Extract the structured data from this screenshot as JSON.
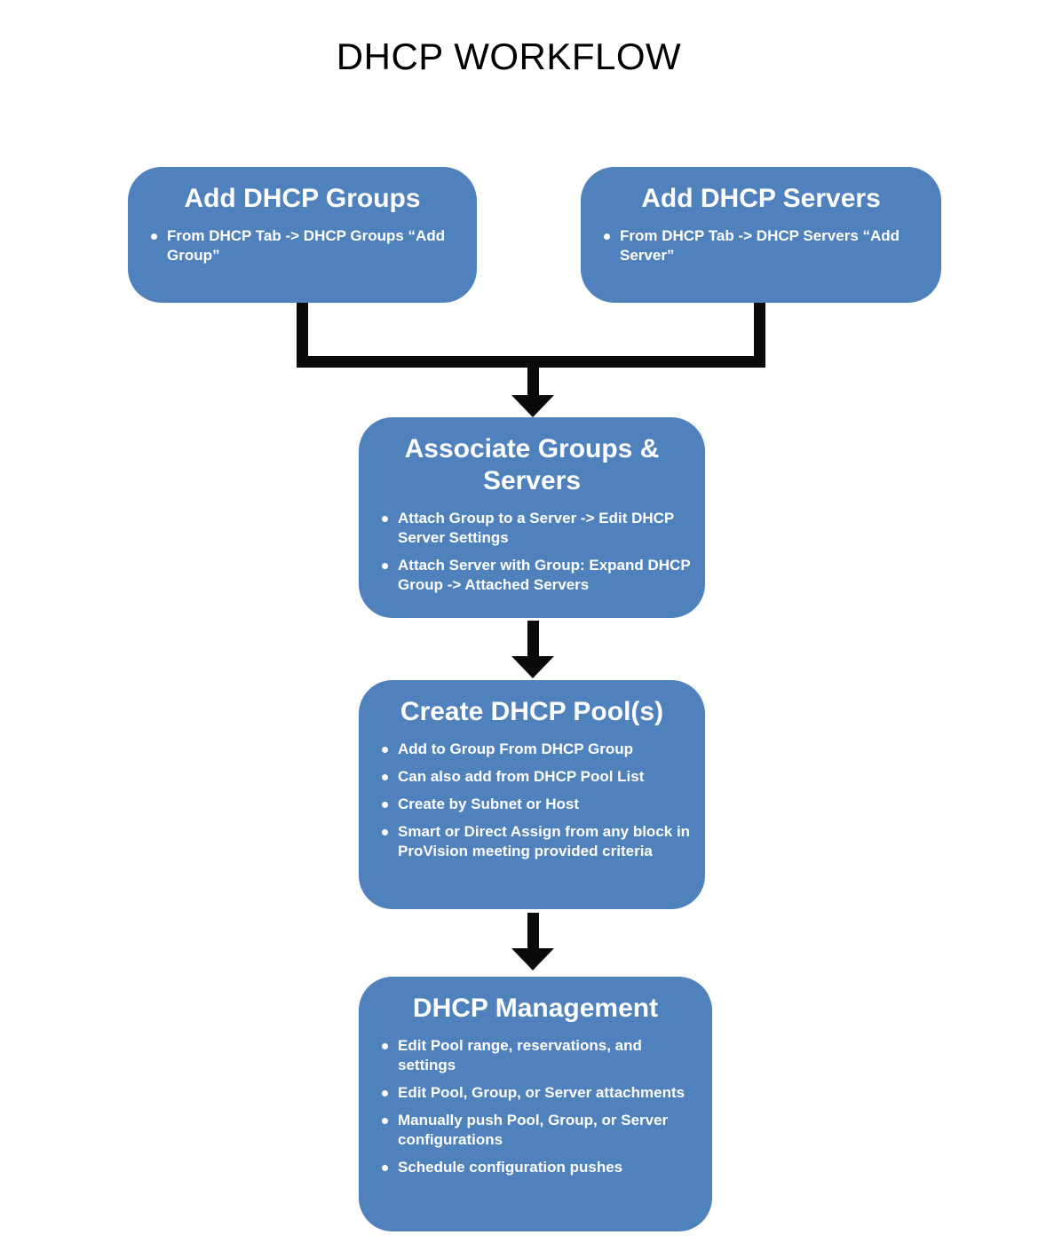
{
  "title": "DHCP WORKFLOW",
  "colors": {
    "box_fill": "#4f81bd",
    "connector": "#0a0a0a",
    "box_text": "#ffffff",
    "title_text": "#000000",
    "background": "#ffffff"
  },
  "boxes": [
    {
      "id": "add-dhcp-groups",
      "heading": "Add DHCP Groups",
      "bullets": [
        "From  DHCP Tab -> DHCP Groups “Add Group”"
      ]
    },
    {
      "id": "add-dhcp-servers",
      "heading": "Add DHCP Servers",
      "bullets": [
        "From  DHCP Tab -> DHCP Servers “Add Server”"
      ]
    },
    {
      "id": "associate-groups-servers",
      "heading": "Associate Groups & Servers",
      "bullets": [
        "Attach Group to a Server -> Edit DHCP Server Settings",
        "Attach Server with Group: Expand DHCP Group -> Attached Servers"
      ]
    },
    {
      "id": "create-dhcp-pools",
      "heading": "Create DHCP Pool(s)",
      "bullets": [
        "Add to Group From DHCP Group",
        "Can also add from DHCP Pool List",
        "Create by Subnet or Host",
        "Smart or Direct Assign from any block in ProVision meeting provided criteria"
      ]
    },
    {
      "id": "dhcp-management",
      "heading": "DHCP Management",
      "bullets": [
        "Edit Pool range, reservations, and settings",
        "Edit Pool, Group, or Server attachments",
        "Manually push Pool, Group, or Server configurations",
        "Schedule configuration pushes"
      ]
    }
  ]
}
